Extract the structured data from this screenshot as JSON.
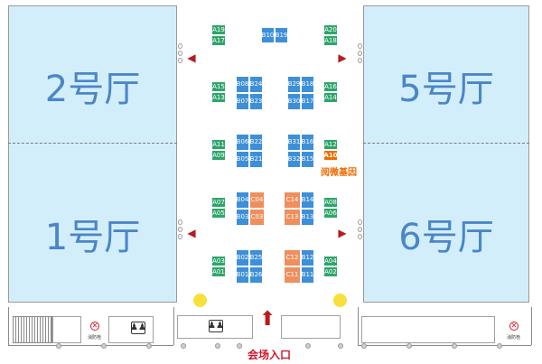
{
  "halls": {
    "h2": "2号厅",
    "h1": "1号厅",
    "h5": "5号厅",
    "h6": "6号厅"
  },
  "booths": {
    "A19": "A19",
    "A17": "A17",
    "B10": "B10",
    "B19": "B19",
    "A20": "A20",
    "A18": "A18",
    "A15": "A15",
    "A13": "A13",
    "B08": "B08",
    "B24": "B24",
    "B07": "B07",
    "B23": "B23",
    "B29": "B29",
    "B18": "B18",
    "B30": "B30",
    "B17": "B17",
    "A16": "A16",
    "A14": "A14",
    "A11": "A11",
    "A09": "A09",
    "B06": "B06",
    "B22": "B22",
    "B05": "B05",
    "B21": "B21",
    "B31": "B31",
    "B16": "B16",
    "B32": "B32",
    "B15": "B15",
    "A12": "A12",
    "A10": "A10",
    "A07": "A07",
    "A05": "A05",
    "B04": "B04",
    "C04": "C04",
    "B03": "B03",
    "C03": "C03",
    "C14": "C14",
    "B14": "B14",
    "C13": "C13",
    "B13": "B13",
    "A08": "A08",
    "A06": "A06",
    "A03": "A03",
    "A01": "A01",
    "B02": "B02",
    "B25": "B25",
    "B01": "B01",
    "B26": "B26",
    "C12": "C12",
    "B12": "B12",
    "C11": "C11",
    "B11": "B11",
    "A04": "A04",
    "A02": "A02"
  },
  "exhibitor": "阅微基因",
  "entrance": "会场入口",
  "fire_label": "消防栓",
  "colors": {
    "hall": "#d3eefb",
    "hall_text": "#4a86c8",
    "booth_green": "#2fa56b",
    "booth_blue": "#3d8fd8",
    "booth_orange": "#ee8f5e",
    "highlight": "#ef6c00",
    "arrow": "#b71c1c",
    "entrance": "#d0182a",
    "marker": "#f7e03b"
  },
  "icons": [
    "restroom-icon",
    "fire-hydrant-icon",
    "exit-arrow-icon",
    "entrance-arrow-icon",
    "door-icon",
    "stairs"
  ]
}
